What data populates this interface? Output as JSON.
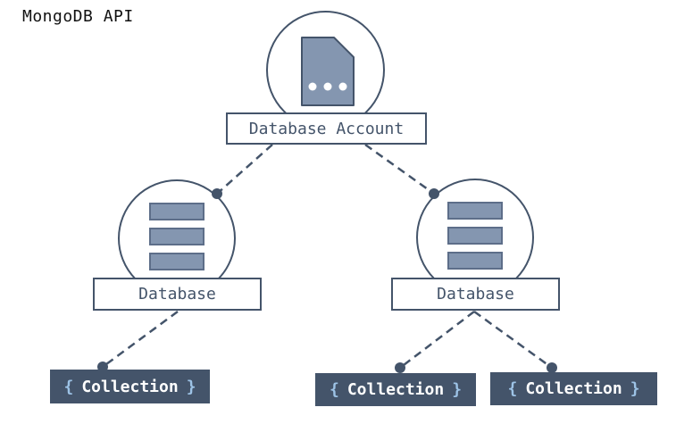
{
  "title": "MongoDB API",
  "colors": {
    "dark": "#44546A",
    "icon_fill": "#8496B0",
    "icon_bar_border": "#5D6E89",
    "collection_bg": "#44546A",
    "brace_accent": "#9DC3E6",
    "collection_text": "#FFFFFF",
    "background": "#FFFFFF"
  },
  "nodes": {
    "account": {
      "label": "Database Account",
      "icon": "document-icon"
    },
    "database_left": {
      "label": "Database",
      "icon": "database-icon"
    },
    "database_right": {
      "label": "Database",
      "icon": "database-icon"
    }
  },
  "collections": [
    {
      "open": "{",
      "label": "Collection",
      "close": "}"
    },
    {
      "open": "{",
      "label": "Collection",
      "close": "}"
    },
    {
      "open": "{",
      "label": "Collection",
      "close": "}"
    }
  ]
}
